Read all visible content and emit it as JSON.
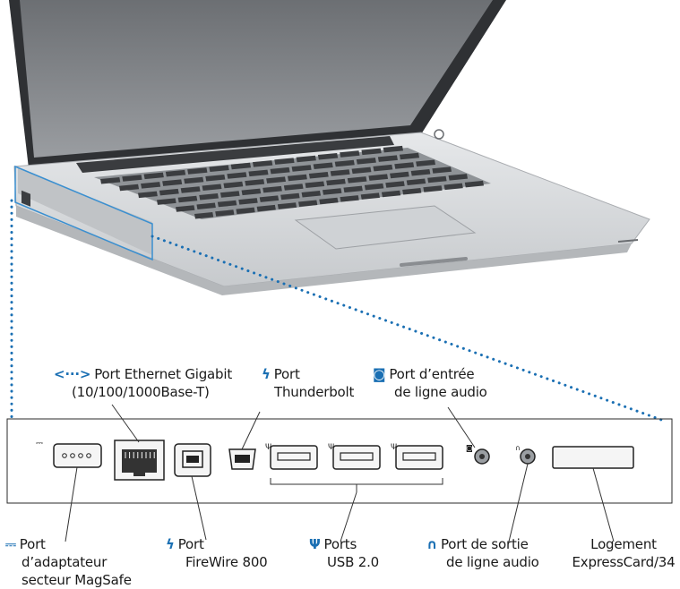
{
  "labels": {
    "ethernet": {
      "icon": "<···>",
      "line1": "Port Ethernet Gigabit",
      "line2": "(10/100/1000Base-T)"
    },
    "thunderbolt": {
      "icon": "ϟ",
      "line1": "Port",
      "line2": "Thunderbolt"
    },
    "audio_in": {
      "icon": "◙",
      "line1": "Port d’entrée",
      "line2": "de ligne audio"
    },
    "magsafe": {
      "icon": "⎓",
      "line1": "Port",
      "line2": "d’adaptateur",
      "line3": "secteur MagSafe"
    },
    "firewire": {
      "icon": "ϟ",
      "line1": "Port",
      "line2": "FireWire 800"
    },
    "usb": {
      "icon": "Ψ",
      "line1": "Ports",
      "line2": "USB 2.0"
    },
    "audio_out": {
      "icon": "∩",
      "line1": "Port de sortie",
      "line2": "de ligne audio"
    },
    "expresscard": {
      "line1": "Logement",
      "line2": "ExpressCard/34"
    }
  },
  "colors": {
    "accent": "#1a6fb3",
    "laptop": "#d9dbde",
    "panel_stroke": "#2a2a2a"
  }
}
